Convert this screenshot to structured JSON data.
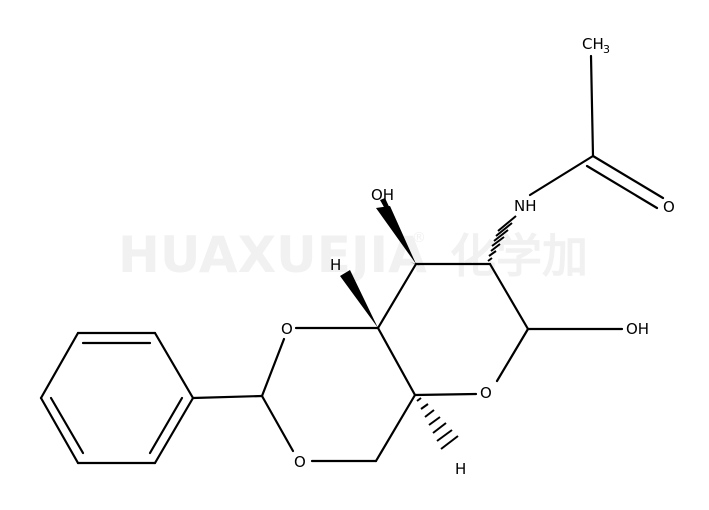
{
  "watermark": {
    "latin": "HUAXUEJIA",
    "registered": "®",
    "chinese": "化学加"
  },
  "atoms": {
    "ch3_c": "CH",
    "ch3_sub": "3",
    "carbonyl_o": "O",
    "nh": "NH",
    "oh_top": "OH",
    "h_upper": "H",
    "ring_o_left": "O",
    "ring_o_bottom": "O",
    "ring_o_pyran": "O",
    "oh_right": "OH",
    "h_lower": "H"
  }
}
